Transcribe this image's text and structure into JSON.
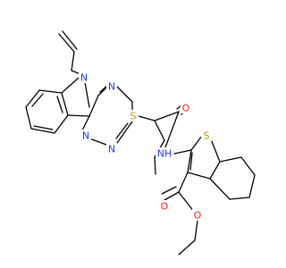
{
  "molecule": {
    "colors": {
      "bond": "#000000",
      "N": "#1f3cff",
      "O": "#ff1a1a",
      "S": "#b39a00",
      "C": "#000000"
    },
    "atom_labels": {
      "n_indole": "N",
      "n_triazine_1": "N",
      "n_triazine_2": "N",
      "n_triazine_3": "N",
      "s_thioether": "S",
      "o_amide": "O",
      "nh_amide": "NH",
      "s_thiophene": "S",
      "o_ester_carbonyl": "O",
      "o_ester_alkoxy": "O"
    }
  }
}
